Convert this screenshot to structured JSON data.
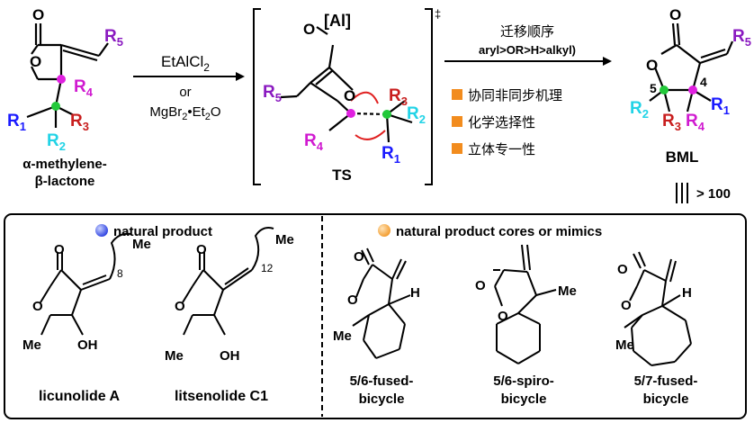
{
  "reactant": {
    "label_line1": "α-methylene-",
    "label_line2": "β-lactone",
    "r1": "R",
    "r1_sub": "1",
    "r2": "R",
    "r2_sub": "2",
    "r3": "R",
    "r3_sub": "3",
    "r4": "R",
    "r4_sub": "4",
    "r5": "R",
    "r5_sub": "5",
    "o_ring": "O",
    "o_carbonyl": "O"
  },
  "conditions": {
    "reagent1": "EtAlCl",
    "reagent1_sub": "2",
    "or": "or",
    "reagent2_a": "MgBr",
    "reagent2_a_sub": "2",
    "reagent2_b": "•Et",
    "reagent2_b_sub": "2",
    "reagent2_c": "O"
  },
  "ts": {
    "label": "TS",
    "lewis_acid": "[Al]",
    "dagger": "‡",
    "o_top": "O",
    "o_ring": "O"
  },
  "notes": {
    "migration_title": "迁移顺序",
    "migration_order": "aryl>OR>H>alkyl)",
    "bullets": [
      "协同非同步机理",
      "化学选择性",
      "立体专一性"
    ],
    "bullet_color": "#f28c1e"
  },
  "product": {
    "label": "BML",
    "pos5": "5",
    "pos4": "4",
    "count_label": "> 100",
    "o_ring": "O",
    "o_carbonyl": "O"
  },
  "box": {
    "left_title": "natural product",
    "right_title": "natural product cores or mimics",
    "left_dot_color": "#2a3fe0",
    "right_dot_color": "#f29a2a",
    "compounds": [
      {
        "name": "licunolide A",
        "chain": "Me",
        "chain_sub": "8",
        "oh": "OH",
        "me": "Me",
        "o1": "O",
        "o2": "O"
      },
      {
        "name": "litsenolide C1",
        "chain": "Me",
        "chain_sub": "12",
        "oh": "OH",
        "me": "Me",
        "o1": "O",
        "o2": "O"
      }
    ],
    "mimics": [
      {
        "name_line1": "5/6-fused-",
        "name_line2": "bicycle",
        "h": "H",
        "me": "Me",
        "o1": "O",
        "o2": "O"
      },
      {
        "name_line1": "5/6-spiro-",
        "name_line2": "bicycle",
        "me": "Me",
        "o1": "O",
        "o2": "O"
      },
      {
        "name_line1": "5/7-fused-",
        "name_line2": "bicycle",
        "h": "H",
        "me": "Me",
        "o1": "O",
        "o2": "O"
      }
    ]
  },
  "colors": {
    "r1": "#1a1aff",
    "r2": "#22d3e6",
    "r3": "#c81e1e",
    "r4": "#d01ad0",
    "r5": "#8a1ac0",
    "green_dot": "#22c93a",
    "magenta_dot": "#e020e0",
    "arrow_red": "#e02020"
  }
}
